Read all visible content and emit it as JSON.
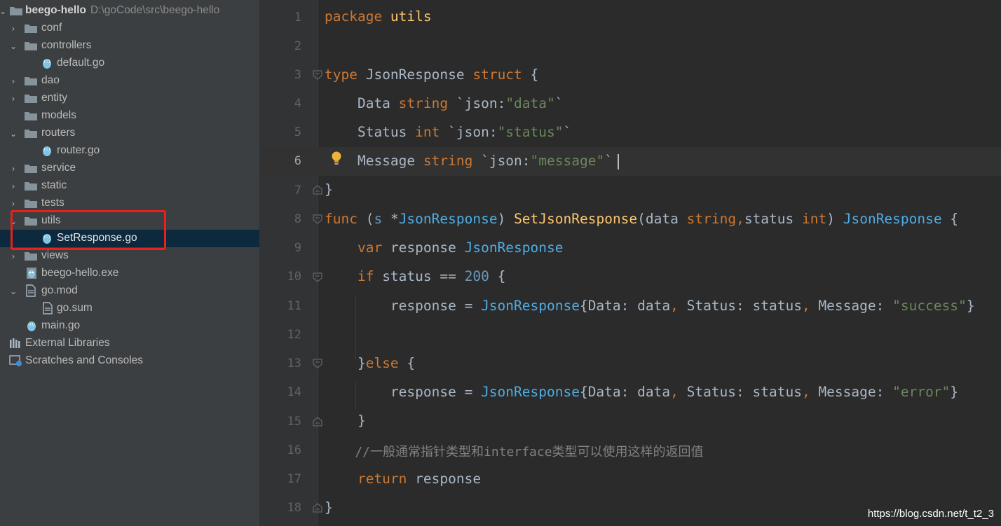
{
  "project": {
    "name": "beego-hello",
    "path": "D:\\goCode\\src\\beego-hello"
  },
  "tree": {
    "items": [
      {
        "label": "conf"
      },
      {
        "label": "controllers"
      },
      {
        "label": "default.go"
      },
      {
        "label": "dao"
      },
      {
        "label": "entity"
      },
      {
        "label": "models"
      },
      {
        "label": "routers"
      },
      {
        "label": "router.go"
      },
      {
        "label": "service"
      },
      {
        "label": "static"
      },
      {
        "label": "tests"
      },
      {
        "label": "utils"
      },
      {
        "label": "SetResponse.go"
      },
      {
        "label": "views"
      },
      {
        "label": "beego-hello.exe"
      },
      {
        "label": "go.mod"
      },
      {
        "label": "go.sum"
      },
      {
        "label": "main.go"
      },
      {
        "label": "External Libraries"
      },
      {
        "label": "Scratches and Consoles"
      }
    ]
  },
  "editor": {
    "line_numbers": [
      "1",
      "2",
      "3",
      "4",
      "5",
      "6",
      "7",
      "8",
      "9",
      "10",
      "11",
      "12",
      "13",
      "14",
      "15",
      "16",
      "17",
      "18"
    ],
    "current_line": "6",
    "tokens": {
      "l1_kw": "package",
      "l1_name": " utils",
      "l3_kw": "type",
      "l3_name": " JsonResponse ",
      "l3_kw2": "struct",
      "l3_brace": " {",
      "l4_field": "    Data ",
      "l4_type": "string",
      "l4_tag1": " `json:",
      "l4_tagval": "\"data\"",
      "l4_tag2": "`",
      "l5_field": "    Status ",
      "l5_type": "int",
      "l5_tag1": " `json:",
      "l5_tagval": "\"status\"",
      "l5_tag2": "`",
      "l6_field": "    Message ",
      "l6_type": "string",
      "l6_tag1": " `json:",
      "l6_tagval": "\"message\"",
      "l6_tag2": "`",
      "l7": "}",
      "l8_kw": "func",
      "l8_a": " (",
      "l8_s": "s",
      "l8_b": " *",
      "l8_recv": "JsonResponse",
      "l8_c": ") ",
      "l8_fn": "SetJsonResponse",
      "l8_d": "(data ",
      "l8_t1": "string",
      "l8_comma": ",",
      "l8_e": "status ",
      "l8_t2": "int",
      "l8_f": ") ",
      "l8_ret": "JsonResponse",
      "l8_g": " {",
      "l9_kw": "    var",
      "l9_a": " response ",
      "l9_ty": "JsonResponse",
      "l10_kw": "    if",
      "l10_a": " status == ",
      "l10_num": "200",
      "l10_b": " {",
      "l11_a": "        response = ",
      "l11_ty": "JsonResponse",
      "l11_b": "{Data: data",
      "l11_c1": ",",
      "l11_d": " Status: status",
      "l11_c2": ",",
      "l11_e": " Message: ",
      "l11_str": "\"success\"",
      "l11_f": "}",
      "l13_a": "    }",
      "l13_kw": "else",
      "l13_b": " {",
      "l14_a": "        response = ",
      "l14_ty": "JsonResponse",
      "l14_b": "{Data: data",
      "l14_c1": ",",
      "l14_d": " Status: status",
      "l14_c2": ",",
      "l14_e": " Message: ",
      "l14_str": "\"error\"",
      "l14_f": "}",
      "l15": "    }",
      "l16": "    //一般通常指针类型和interface类型可以使用这样的返回值",
      "l17_kw": "    return",
      "l17_a": " response",
      "l18": "}"
    }
  },
  "watermark": "https://blog.csdn.net/t_t2_3",
  "colors": {
    "keyword": "#cc7832",
    "string": "#6a8759",
    "function": "#ffc66d",
    "number": "#6897bb",
    "comment": "#808080",
    "highlight_box": "#e8211b"
  }
}
